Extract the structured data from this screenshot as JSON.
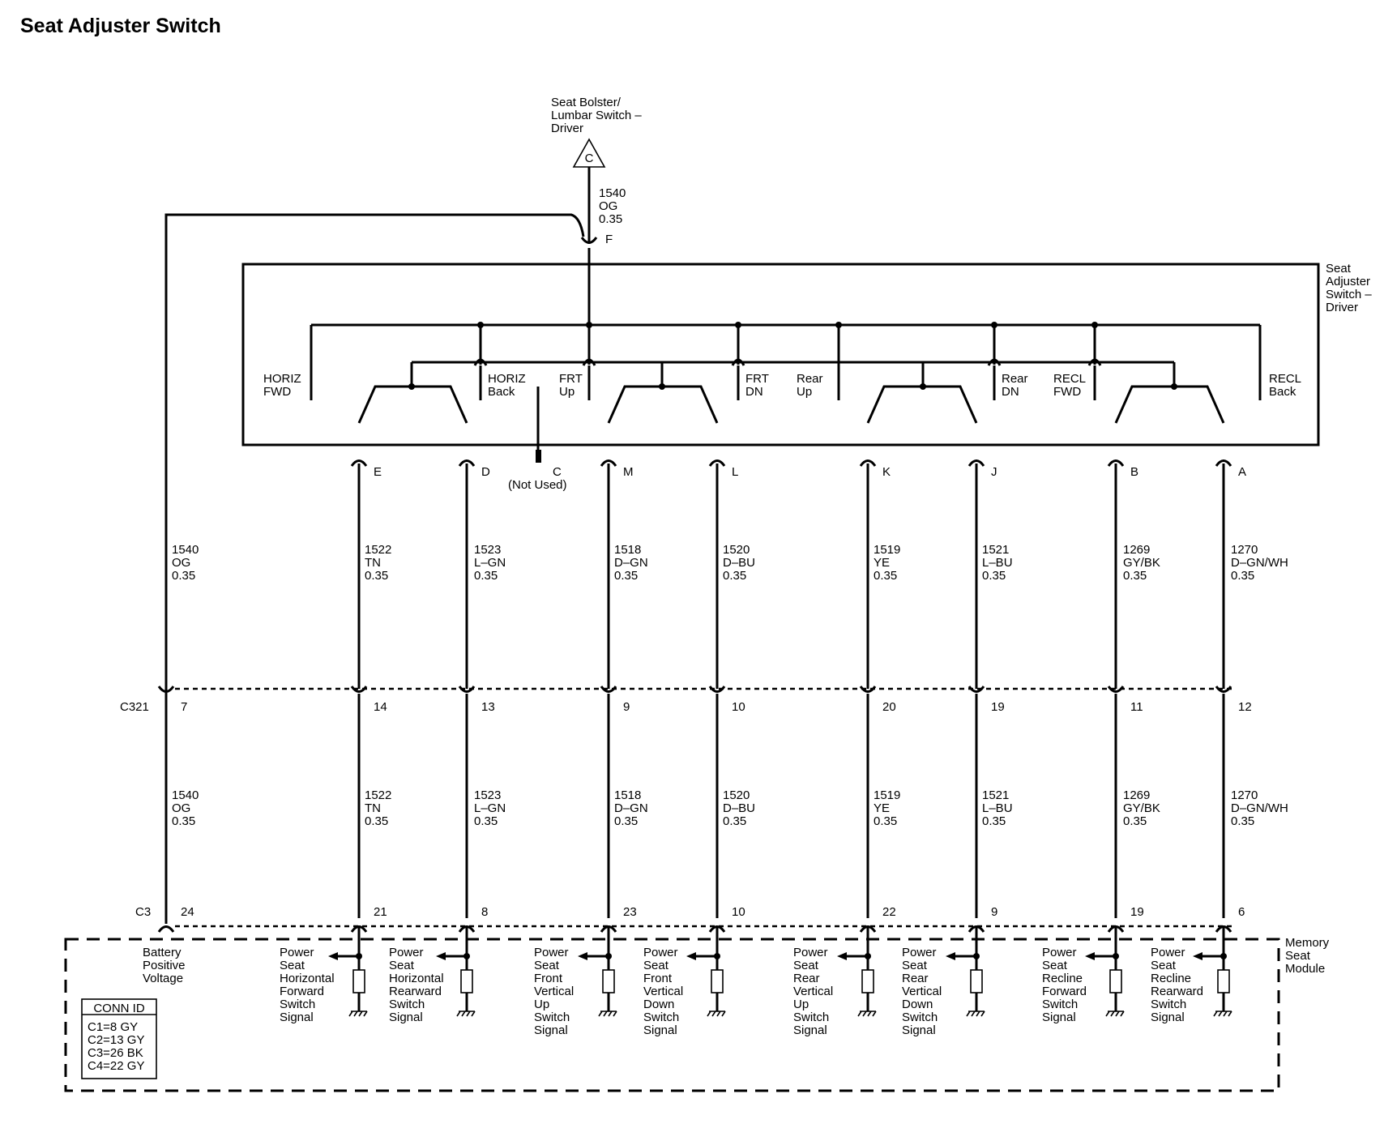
{
  "title": "Seat Adjuster Switch",
  "bolster": {
    "label": [
      "Seat Bolster/",
      "Lumbar Switch –",
      "Driver"
    ],
    "ref": "C",
    "wire": [
      "1540",
      "OG",
      "0.35"
    ],
    "pin": "F"
  },
  "switch_label": [
    "Seat",
    "Adjuster",
    "Switch –",
    "Driver"
  ],
  "switch_positions": [
    [
      "HORIZ",
      "FWD"
    ],
    [
      "HORIZ",
      "Back"
    ],
    [
      "FRT",
      "Up"
    ],
    [
      "FRT",
      "DN"
    ],
    [
      "Rear",
      "Up"
    ],
    [
      "Rear",
      "DN"
    ],
    [
      "RECL",
      "FWD"
    ],
    [
      "RECL",
      "Back"
    ]
  ],
  "switch_pins": [
    "E",
    "D",
    "C",
    "M",
    "L",
    "K",
    "J",
    "B",
    "A"
  ],
  "not_used": "(Not Used)",
  "battery_wire": [
    "1540",
    "OG",
    "0.35"
  ],
  "wires": [
    [
      "1522",
      "TN",
      "0.35"
    ],
    [
      "1523",
      "L–GN",
      "0.35"
    ],
    [
      "1518",
      "D–GN",
      "0.35"
    ],
    [
      "1520",
      "D–BU",
      "0.35"
    ],
    [
      "1519",
      "YE",
      "0.35"
    ],
    [
      "1521",
      "L–BU",
      "0.35"
    ],
    [
      "1269",
      "GY/BK",
      "0.35"
    ],
    [
      "1270",
      "D–GN/WH",
      "0.35"
    ]
  ],
  "c321": {
    "name": "C321",
    "pins": [
      "7",
      "14",
      "13",
      "9",
      "10",
      "20",
      "19",
      "11",
      "12"
    ]
  },
  "c3": {
    "name": "C3",
    "pins": [
      "24",
      "21",
      "8",
      "23",
      "10",
      "22",
      "9",
      "19",
      "6"
    ]
  },
  "battery_label": [
    "Battery",
    "Positive",
    "Voltage"
  ],
  "signals": [
    [
      "Power",
      "Seat",
      "Horizontal",
      "Forward",
      "Switch",
      "Signal"
    ],
    [
      "Power",
      "Seat",
      "Horizontal",
      "Rearward",
      "Switch",
      "Signal"
    ],
    [
      "Power",
      "Seat",
      "Front",
      "Vertical",
      "Up",
      "Switch",
      "Signal"
    ],
    [
      "Power",
      "Seat",
      "Front",
      "Vertical",
      "Down",
      "Switch",
      "Signal"
    ],
    [
      "Power",
      "Seat",
      "Rear",
      "Vertical",
      "Up",
      "Switch",
      "Signal"
    ],
    [
      "Power",
      "Seat",
      "Rear",
      "Vertical",
      "Down",
      "Switch",
      "Signal"
    ],
    [
      "Power",
      "Seat",
      "Recline",
      "Forward",
      "Switch",
      "Signal"
    ],
    [
      "Power",
      "Seat",
      "Recline",
      "Rearward",
      "Switch",
      "Signal"
    ]
  ],
  "module_label": [
    "Memory",
    "Seat",
    "Module"
  ],
  "conn_id": {
    "header": "CONN ID",
    "rows": [
      "C1=8 GY",
      "C2=13 GY",
      "C3=26 BK",
      "C4=22 GY"
    ]
  }
}
